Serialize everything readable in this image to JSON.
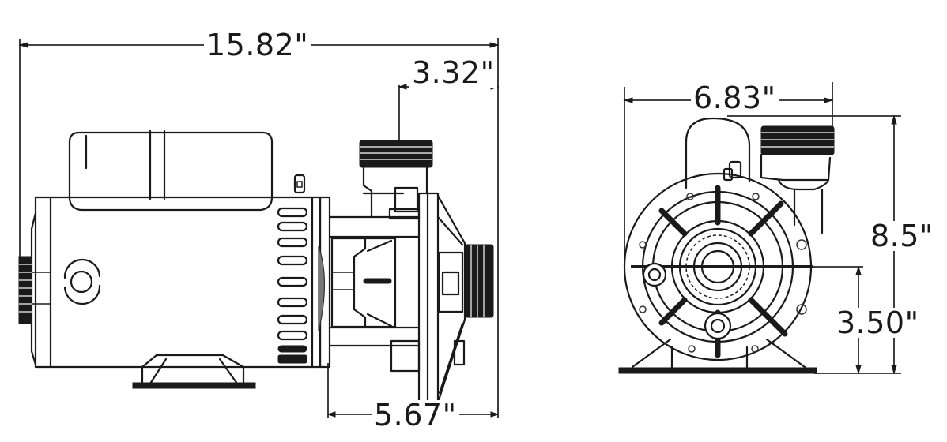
{
  "diagram": {
    "subject": "Spa pump with motor",
    "line_color": "#1a1a1a",
    "background": "#ffffff",
    "views": [
      {
        "name": "side view",
        "dimensions": {
          "overall_length": "15.82\"",
          "discharge_offset": "3.32\"",
          "wet_end_length": "5.67\""
        }
      },
      {
        "name": "front view",
        "dimensions": {
          "width": "6.83\"",
          "height": "8.5\"",
          "suction_height": "3.50\""
        }
      }
    ]
  }
}
